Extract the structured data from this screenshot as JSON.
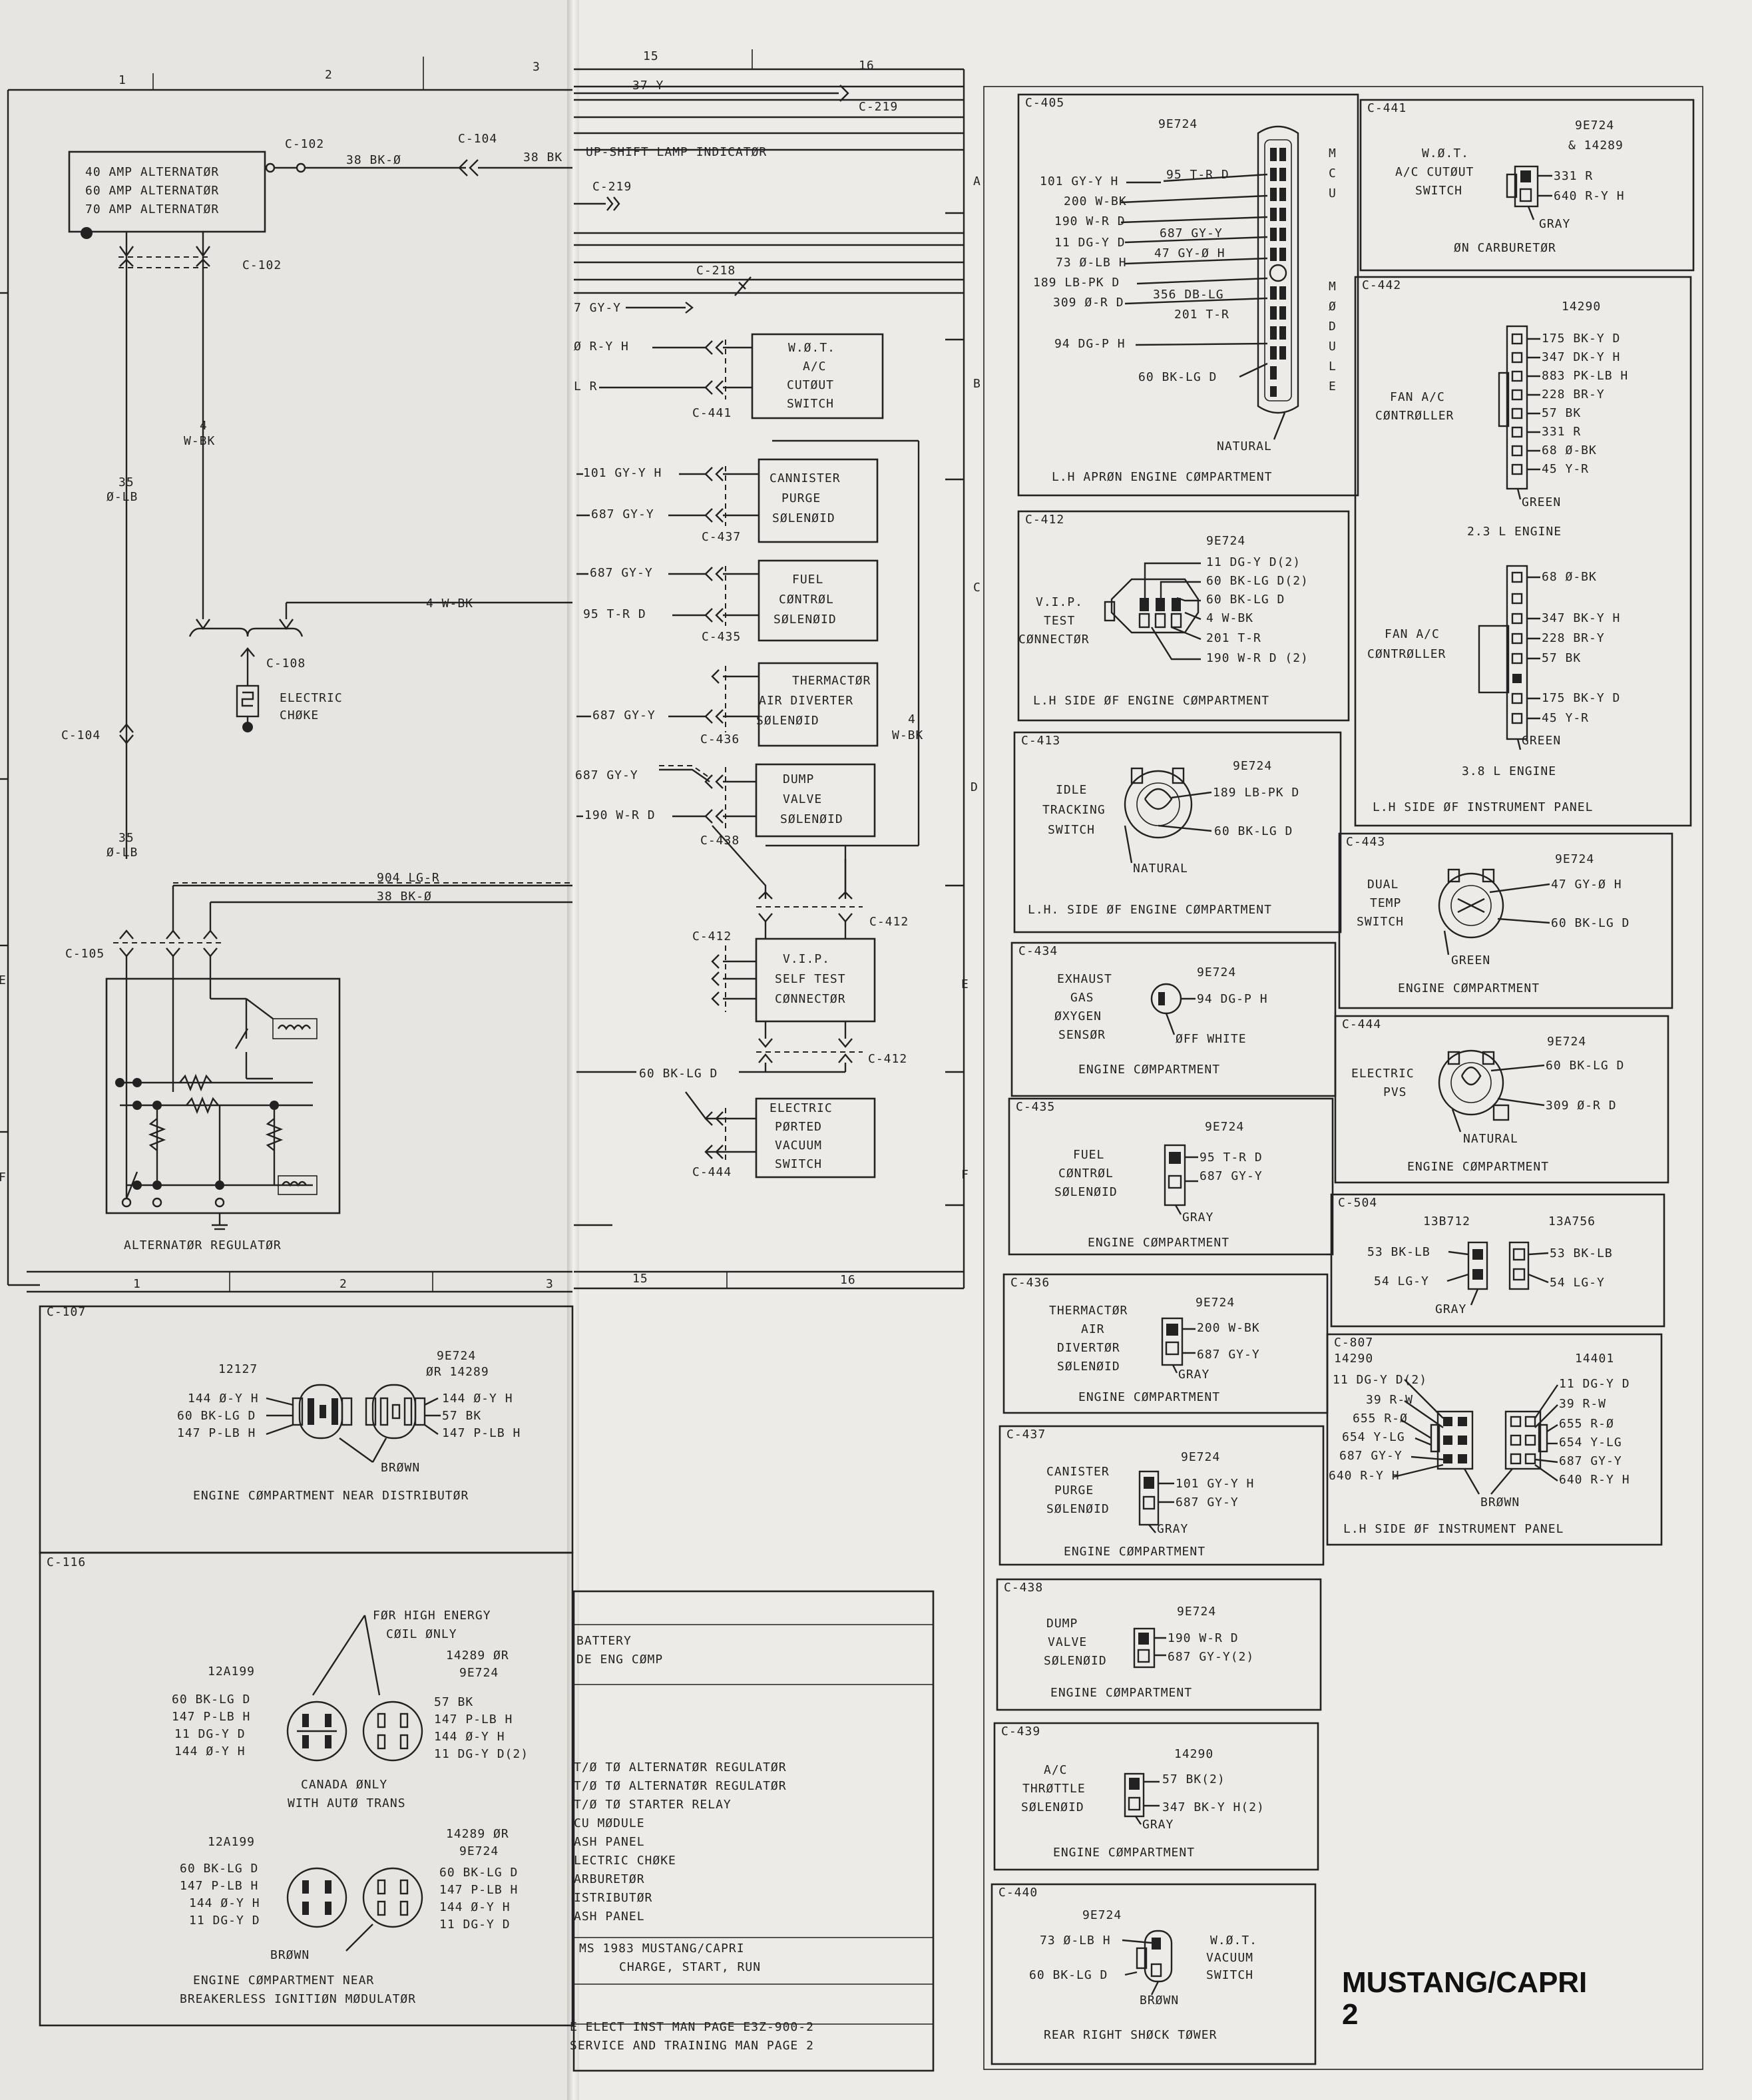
{
  "colors": {
    "ink": "#222222",
    "paper_left": "#e6e5e1",
    "paper_right": "#ecebe8"
  },
  "grid_top": [
    "1",
    "2",
    "3",
    "15",
    "16"
  ],
  "grid_bottom": [
    "1",
    "2",
    "3",
    "15",
    "16"
  ],
  "row_letters": [
    "A",
    "B",
    "C",
    "D",
    "E",
    "F"
  ],
  "row_letters_left": [
    "E",
    "F"
  ],
  "main": {
    "alt_lines": [
      "40 AMP ALTERNATØR",
      "60 AMP ALTERNATØR",
      "70 AMP ALTERNATØR"
    ],
    "c102": "C-102",
    "c102b": "C-102",
    "c104": "C-104",
    "c104b": "C-104",
    "w38": "38 BK-Ø",
    "w38b": "38 BK",
    "w38c": "38 BK-Ø",
    "upshift": "UP-SHIFT LAMP INDICATØR",
    "w37": "37 Y",
    "c219": "C-219",
    "c219b": "C-219",
    "c218": "C-218",
    "w7": "7 GY-Y",
    "w4a_1": "4",
    "w4a_2": "W-BK",
    "w35a_1": "35",
    "w35a_2": "Ø-LB",
    "w35b_1": "35",
    "w35b_2": "Ø-LB",
    "w4c": "4 W-BK",
    "w95": "95 T-R D",
    "c108": "C-108",
    "choke_1": "ELECTRIC",
    "choke_2": "CHØKE",
    "w904": "904 LG-R",
    "c105": "C-105",
    "regulator": "ALTERNATØR REGULATØR",
    "wrya": "Ø R-Y H",
    "wlr": "L R",
    "c441": "C-441",
    "wot_sw": [
      "W.Ø.T.",
      "A/C",
      "CUTØUT",
      "SWITCH"
    ],
    "w101": "101 GY-Y H",
    "w687a": "687 GY-Y",
    "c437": "C-437",
    "canister": [
      "CANNISTER",
      "PURGE",
      "SØLENØID"
    ],
    "w687b": "687 GY-Y",
    "c435": "C-435",
    "fuel": [
      "FUEL",
      "CØNTRØL",
      "SØLENØID"
    ],
    "w687c": "687 GY-Y",
    "c436": "C-436",
    "thermactor": [
      "THERMACTØR",
      "AIR DIVERTER",
      "SØLENØID"
    ],
    "w4b_1": "4",
    "w4b_2": "W-BK",
    "w687d": "687 GY-Y",
    "w190": "190 W-R D",
    "c438": "C-438",
    "dump": [
      "DUMP",
      "VALVE",
      "SØLENØID"
    ],
    "c412a": "C-412",
    "c412b": "C-412",
    "c412c": "C-412",
    "vip": [
      "V.I.P.",
      "SELF TEST",
      "CØNNECTØR"
    ],
    "w60": "60 BK-LG D",
    "c444": "C-444",
    "epvs": [
      "ELECTRIC",
      "PØRTED",
      "VACUUM",
      "SWITCH"
    ]
  },
  "c107": {
    "id": "C-107",
    "left_no": "12127",
    "right_no_1": "9E724",
    "right_no_2": "ØR 14289",
    "left_pins": [
      "144 Ø-Y H",
      "60 BK-LG D",
      "147 P-LB H"
    ],
    "right_pins": [
      "144 Ø-Y H",
      "57 BK",
      "147 P-LB H"
    ],
    "color": "BRØWN",
    "location": "ENGINE CØMPARTMENT NEAR DISTRIBUTØR"
  },
  "c116": {
    "id": "C-116",
    "note_1": "FØR HIGH ENERGY",
    "note_2": "CØIL ØNLY",
    "a_left_no": "12A199",
    "a_right_no_1": "14289 ØR",
    "a_right_no_2": "9E724",
    "a_left_pins": [
      "60 BK-LG D",
      "147 P-LB H",
      "11 DG-Y D",
      "144 Ø-Y H"
    ],
    "a_right_pins": [
      "57 BK",
      "147 P-LB H",
      "144 Ø-Y H",
      "11 DG-Y D(2)"
    ],
    "a_note_1": "CANADA ØNLY",
    "a_note_2": "WITH AUTØ TRANS",
    "b_left_no": "12A199",
    "b_right_no_1": "14289 ØR",
    "b_right_no_2": "9E724",
    "b_left_pins": [
      "60 BK-LG D",
      "147 P-LB H",
      "144 Ø-Y H",
      "11 DG-Y D"
    ],
    "b_right_pins": [
      "60 BK-LG D",
      "147 P-LB H",
      "144 Ø-Y H",
      "11 DG-Y D"
    ],
    "color": "BRØWN",
    "location_1": "ENGINE CØMPARTMENT NEAR",
    "location_2": "BREAKERLESS IGNITIØN MØDULATØR"
  },
  "legend": {
    "battery": [
      "BATTERY",
      "DE ENG CØMP"
    ],
    "items": [
      "T/Ø TØ ALTERNATØR REGULATØR",
      "T/Ø TØ ALTERNATØR REGULATØR",
      "T/Ø TØ STARTER RELAY",
      "CU MØDULE",
      "ASH PANEL",
      "LECTRIC CHØKE",
      "ARBURETØR",
      "ISTRIBUTØR",
      "ASH PANEL"
    ],
    "title_1": "MS 1983 MUSTANG/CAPRI",
    "title_2": "CHARGE, START, RUN",
    "ref_1": "E ELECT INST MAN PAGE E3Z-900-2",
    "ref_2": "SERVICE AND TRAINING MAN PAGE 2"
  },
  "c405": {
    "id": "C-405",
    "part": "9E724",
    "left_pins": [
      "101 GY-Y H",
      "200 W-BK",
      "190 W-R D",
      "11 DG-Y D",
      "73 Ø-LB H",
      "189 LB-PK D",
      "309 Ø-R D"
    ],
    "inner_pins": [
      "95 T-R D",
      "687 GY-Y",
      "47 GY-Ø H",
      "356 DB-LG",
      "201 T-R"
    ],
    "bottom_pins": [
      "94 DG-P H",
      "60 BK-LG D"
    ],
    "side_1": [
      "M",
      "C",
      "U"
    ],
    "side_2": [
      "M",
      "Ø",
      "D",
      "U",
      "L",
      "E"
    ],
    "color": "NATURAL",
    "location": "L.H APRØN ENGINE CØMPARTMENT"
  },
  "c412": {
    "id": "C-412",
    "part": "9E724",
    "name": [
      "V.I.P.",
      "TEST",
      "CØNNECTØR"
    ],
    "pins": [
      "11 DG-Y D(2)",
      "60 BK-LG D(2)",
      "60 BK-LG D",
      "4 W-BK",
      "201 T-R",
      "190 W-R D (2)"
    ],
    "location": "L.H SIDE ØF ENGINE CØMPARTMENT"
  },
  "c413": {
    "id": "C-413",
    "part": "9E724",
    "name": [
      "IDLE",
      "TRACKING",
      "SWITCH"
    ],
    "pins": [
      "189 LB-PK D",
      "60 BK-LG D"
    ],
    "color": "NATURAL",
    "location": "L.H. SIDE ØF ENGINE CØMPARTMENT"
  },
  "c434": {
    "id": "C-434",
    "part": "9E724",
    "name": [
      "EXHAUST",
      "GAS",
      "ØXYGEN",
      "SENSØR"
    ],
    "pins": [
      "94 DG-P H"
    ],
    "color": "ØFF WHITE",
    "location": "ENGINE CØMPARTMENT"
  },
  "c435": {
    "id": "C-435",
    "part": "9E724",
    "name": [
      "FUEL",
      "CØNTRØL",
      "SØLENØID"
    ],
    "pins": [
      "95 T-R D",
      "687 GY-Y"
    ],
    "color": "GRAY",
    "location": "ENGINE CØMPARTMENT"
  },
  "c436": {
    "id": "C-436",
    "part": "9E724",
    "name": [
      "THERMACTØR",
      "AIR",
      "DIVERTØR",
      "SØLENØID"
    ],
    "pins": [
      "200 W-BK",
      "687 GY-Y"
    ],
    "color": "GRAY",
    "location": "ENGINE CØMPARTMENT"
  },
  "c437": {
    "id": "C-437",
    "part": "9E724",
    "name": [
      "CANISTER",
      "PURGE",
      "SØLENØID"
    ],
    "pins": [
      "101 GY-Y H",
      "687 GY-Y"
    ],
    "color": "GRAY",
    "location": "ENGINE CØMPARTMENT"
  },
  "c438": {
    "id": "C-438",
    "part": "9E724",
    "name": [
      "DUMP",
      "VALVE",
      "SØLENØID"
    ],
    "pins": [
      "190 W-R D",
      "687 GY-Y(2)"
    ],
    "location": "ENGINE CØMPARTMENT"
  },
  "c439": {
    "id": "C-439",
    "part": "14290",
    "name": [
      "A/C",
      "THRØTTLE",
      "SØLENØID"
    ],
    "pins": [
      "57 BK(2)",
      "347 BK-Y H(2)"
    ],
    "color": "GRAY",
    "location": "ENGINE CØMPARTMENT"
  },
  "c440": {
    "id": "C-440",
    "part": "9E724",
    "left_pins": [
      "73 Ø-LB H",
      "60 BK-LG D"
    ],
    "name": [
      "W.Ø.T.",
      "VACUUM",
      "SWITCH"
    ],
    "color": "BRØWN",
    "location": "REAR RIGHT SHØCK TØWER"
  },
  "c441": {
    "id": "C-441",
    "part_1": "9E724",
    "part_2": "& 14289",
    "name": [
      "W.Ø.T.",
      "A/C CUTØUT",
      "SWITCH"
    ],
    "pins": [
      "331 R",
      "640 R-Y H"
    ],
    "color": "GRAY",
    "location": "ØN CARBURETØR"
  },
  "c442": {
    "id": "C-442",
    "part": "14290",
    "name_a": [
      "FAN A/C",
      "CØNTRØLLER"
    ],
    "pins_a": [
      "175 BK-Y D",
      "347 DK-Y H",
      "883 PK-LB H",
      "228 BR-Y",
      "57 BK",
      "331 R",
      "68 Ø-BK",
      "45 Y-R"
    ],
    "color_a": "GREEN",
    "engine_a": "2.3 L ENGINE",
    "name_b": [
      "FAN A/C",
      "CØNTRØLLER"
    ],
    "pins_b": [
      "68 Ø-BK",
      "347 BK-Y H",
      "228 BR-Y",
      "57 BK",
      "175 BK-Y D",
      "45 Y-R"
    ],
    "color_b": "GREEN",
    "engine_b": "3.8 L ENGINE",
    "location": "L.H SIDE ØF INSTRUMENT PANEL"
  },
  "c443": {
    "id": "C-443",
    "part": "9E724",
    "name": [
      "DUAL",
      "TEMP",
      "SWITCH"
    ],
    "pins": [
      "47 GY-Ø H",
      "60 BK-LG D"
    ],
    "color": "GREEN",
    "location": "ENGINE CØMPARTMENT"
  },
  "c444": {
    "id": "C-444",
    "part": "9E724",
    "name": [
      "ELECTRIC",
      "PVS"
    ],
    "pins": [
      "60 BK-LG D",
      "309 Ø-R D"
    ],
    "color": "NATURAL",
    "location": "ENGINE CØMPARTMENT"
  },
  "c504": {
    "id": "C-504",
    "part_a": "13B712",
    "part_b": "13A756",
    "left_pins": [
      "53 BK-LB",
      "54 LG-Y"
    ],
    "right_pins": [
      "53 BK-LB",
      "54 LG-Y"
    ],
    "color": "GRAY"
  },
  "c807": {
    "id": "C-807",
    "part_a": "14290",
    "part_b": "14401",
    "left_pins": [
      "11 DG-Y D(2)",
      "39 R-W",
      "655 R-Ø",
      "654 Y-LG",
      "687 GY-Y",
      "640 R-Y H"
    ],
    "right_pins": [
      "11 DG-Y D",
      "39 R-W",
      "655 R-Ø",
      "654 Y-LG",
      "687 GY-Y",
      "640 R-Y H"
    ],
    "color": "BRØWN",
    "location": "L.H SIDE ØF INSTRUMENT PANEL"
  },
  "brand_1": "MUSTANG/CAPRI",
  "brand_2": "2"
}
